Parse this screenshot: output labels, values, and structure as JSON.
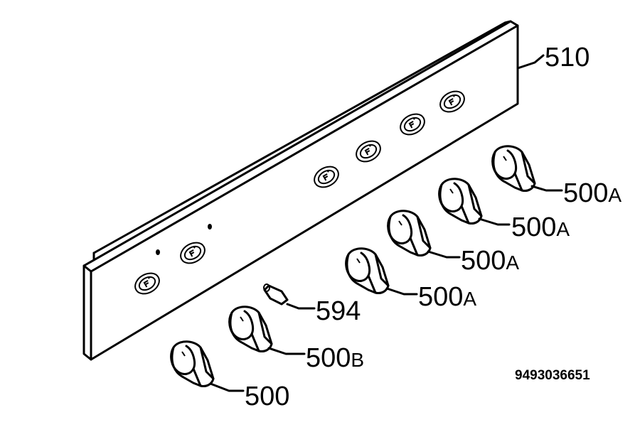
{
  "labels": {
    "panel": "510",
    "knob_a1": "500",
    "knob_a1_suffix": "A",
    "knob_a2": "500",
    "knob_a2_suffix": "A",
    "knob_a3": "500",
    "knob_a3_suffix": "A",
    "knob_a4": "500",
    "knob_a4_suffix": "A",
    "knob_b": "500",
    "knob_b_suffix": "B",
    "knob_main": "500",
    "lamp": "594"
  },
  "drawing_number": "9493036651"
}
